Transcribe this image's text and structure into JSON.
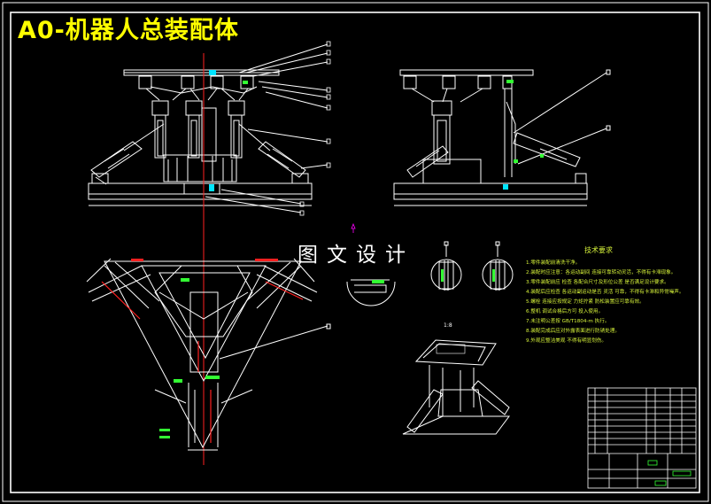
{
  "drawing": {
    "title": "A0-机器人总装配体",
    "watermark": "图文设计",
    "section_label": "1:8",
    "tech_requirements_title": "技术要求",
    "tech_requirements": [
      "1.零件装配前清洗干净。",
      "2.装配时应注意：各运动副间 连接可靠转动灵活，不得有卡滞现象。",
      "3.零件装配前应 检查 各配合尺寸及形位公差 是否满足设计要求。",
      "4.装配后应检查 各运动副运动是否 灵活 可靠，不得有卡滞和异常噪声。",
      "5.螺栓 连接应按规定 力矩拧紧 防松装置应可靠有效。",
      "6.整机 调试合格后方可 投入使用。",
      "7.未注明公差按 GB/T1804-m 执行。",
      "8.装配完成后应对外露表面进行防锈处理。",
      "9.外观应整洁美观 不得有明显划伤。"
    ],
    "colors": {
      "background": "#000000",
      "lines": "#ffffff",
      "title": "#ffff00",
      "centerline": "#ff2020",
      "accent_green": "#33ff33",
      "accent_cyan": "#00e5ff",
      "notes": "#d6f23a",
      "marker": "#ff00ff"
    }
  }
}
